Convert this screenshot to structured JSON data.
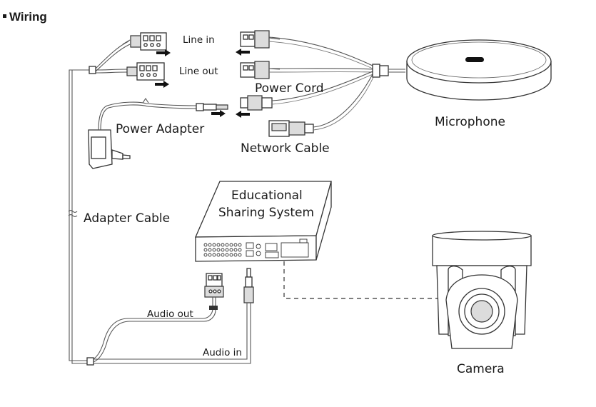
{
  "section": {
    "title": "Wiring"
  },
  "labels": {
    "line_in": "Line in",
    "line_out": "Line out",
    "power_cord": "Power Cord",
    "power_adapter": "Power Adapter",
    "network_cable": "Network Cable",
    "microphone": "Microphone",
    "educational_sharing_system_line1": "Educational",
    "educational_sharing_system_line2": "Sharing System",
    "adapter_cable": "Adapter Cable",
    "audio_out": "Audio out",
    "audio_in": "Audio in",
    "camera": "Camera"
  },
  "colors": {
    "line": "#333333",
    "text": "#1a1a1a",
    "background": "#ffffff"
  }
}
